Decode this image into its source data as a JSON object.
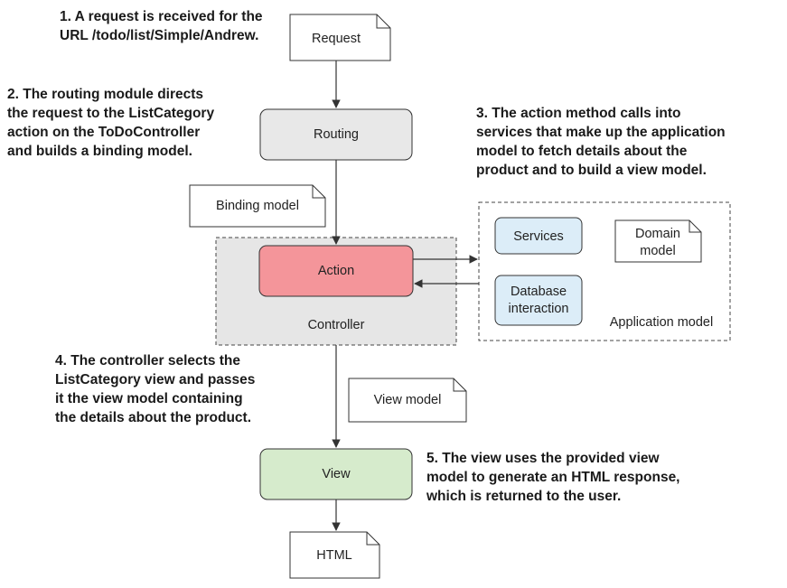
{
  "annotations": {
    "step1": [
      "1. A request is received for the",
      "URL /todo/list/Simple/Andrew."
    ],
    "step2": [
      "2. The routing module directs",
      "the request to the ListCategory",
      "action on the ToDoController",
      "and builds a binding model."
    ],
    "step3": [
      "3. The action method calls into",
      "services that make up the application",
      "model to fetch details about the",
      "product and to build a view model."
    ],
    "step4": [
      "4. The controller selects the",
      "ListCategory view and passes",
      "it the view model containing",
      "the details about the product."
    ],
    "step5": [
      "5. The view uses the provided view",
      "model to generate an HTML response,",
      "which is returned to the user."
    ]
  },
  "nodes": {
    "request": "Request",
    "routing": "Routing",
    "binding_model": "Binding model",
    "action": "Action",
    "controller": "Controller",
    "services": "Services",
    "domain_model": [
      "Domain",
      "model"
    ],
    "database_interaction": [
      "Database",
      "interaction"
    ],
    "application_model": "Application model",
    "view_model": "View model",
    "view": "View",
    "html": "HTML"
  },
  "colors": {
    "routing_fill": "#e8e8e8",
    "action_fill": "#f4959a",
    "controller_fill": "#e6e6e6",
    "services_fill": "#dcedf8",
    "view_fill": "#d6ebcc",
    "line": "#333333"
  }
}
